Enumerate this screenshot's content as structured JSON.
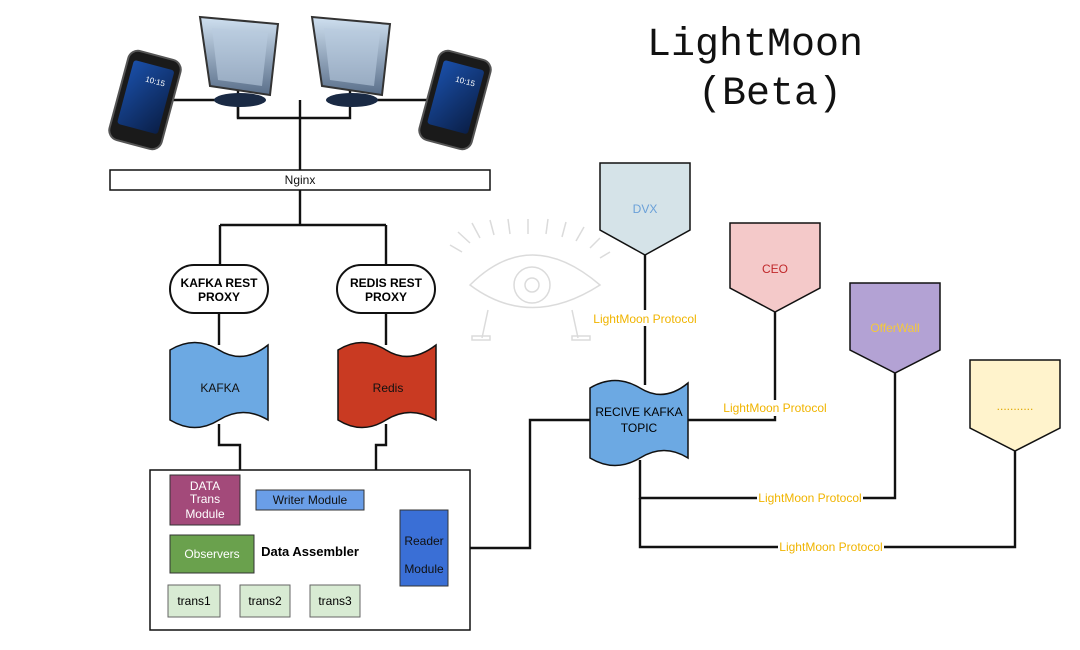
{
  "title": {
    "line1": "LightMoon",
    "line2": "(Beta)"
  },
  "devices": {
    "phone_time": "10:15"
  },
  "nginx": {
    "label": "Nginx"
  },
  "proxies": {
    "kafka": {
      "line1": "KAFKA REST",
      "line2": "PROXY"
    },
    "redis": {
      "line1": "REDIS REST",
      "line2": "PROXY"
    }
  },
  "stores": {
    "kafka": "KAFKA",
    "redis": "Redis"
  },
  "assembler": {
    "title": "Data Assembler",
    "data_trans": {
      "line1": "DATA",
      "line2": "Trans",
      "line3": "Module"
    },
    "writer": "Writer Module",
    "observers": "Observers",
    "reader": {
      "line1": "Reader",
      "line2": "Module"
    },
    "trans": [
      "trans1",
      "trans2",
      "trans3"
    ]
  },
  "receiver": {
    "line1": "RECIVE KAFKA",
    "line2": "TOPIC"
  },
  "consumers": [
    {
      "name": "DVX",
      "fill": "#d5e3e8",
      "text": "#6aa0d8"
    },
    {
      "name": "CEO",
      "fill": "#f4c9c9",
      "text": "#c0282a"
    },
    {
      "name": "OfferWall",
      "fill": "#b3a2d4",
      "text": "#f5c93a"
    },
    {
      "name": "...........",
      "fill": "#fff3cc",
      "text": "#e0a800"
    }
  ],
  "protocol_label": "LightMoon Protocol",
  "colors": {
    "kafka_blue": "#6ca9e3",
    "redis_red": "#c93a22",
    "data_trans": "#a34a7a",
    "writer": "#6a9ee8",
    "observers": "#6aa14d",
    "reader": "#3a6fd6",
    "trans_fill": "#d8ebd3",
    "protocol": "#f0b400"
  }
}
